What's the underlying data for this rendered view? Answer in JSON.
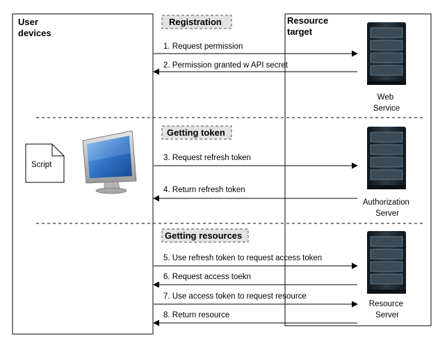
{
  "columns": {
    "user_devices": "User\ndevices",
    "resource_target": "Resource\ntarget"
  },
  "device_labels": {
    "script": "Script"
  },
  "phases": [
    {
      "title": "Registration",
      "server": "Web\nService",
      "messages": [
        {
          "text": "1. Request permission",
          "direction": "right"
        },
        {
          "text": "2. Permission granted w API secret",
          "direction": "left"
        }
      ]
    },
    {
      "title": "Getting token",
      "server": "Authorization\nServer",
      "messages": [
        {
          "text": "3. Request refresh token",
          "direction": "right"
        },
        {
          "text": "4. Return refresh token",
          "direction": "left"
        }
      ]
    },
    {
      "title": "Getting resources",
      "server": "Resource\nServer",
      "messages": [
        {
          "text": "5. Use  refresh token to request access token",
          "direction": "right"
        },
        {
          "text": "6. Request access toekn",
          "direction": "left"
        },
        {
          "text": "7. Use access token to request resource",
          "direction": "right"
        },
        {
          "text": "8. Return resource",
          "direction": "left"
        }
      ]
    }
  ],
  "colors": {
    "phase_fill": "#e3e3e3",
    "line": "#000000",
    "server_body": "#1f2a33",
    "server_highlight": "#6f8391",
    "monitor_screen": "#3a7fd0"
  },
  "icons": [
    "server-icon",
    "monitor-icon",
    "script-document-icon"
  ]
}
